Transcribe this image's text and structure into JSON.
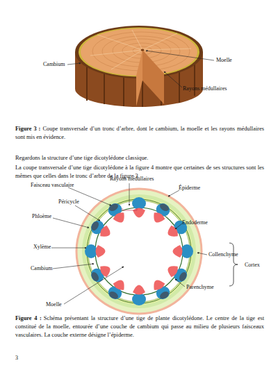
{
  "diagram": {
    "labels": [
      "Cambium",
      "Moelle",
      "Rayons médullaires",
      "Figure 3 :",
      "Coupe transversale d’un tronc d’arbre, dont le cambium, la moelle et les rayons médullaires sont mis en évidence.",
      "Regardons la structure d’une tige dicotylédone classique.",
      "La coupe transversale d’une tige dicotylédone à la figure 4 montre que certaines de ses structures sont les mêmes que celles dans le tronc d’arbre de la figure 3.",
      "Faisceau vasculaire",
      "Rayons médullaires",
      "Épiderme",
      "Péricycle",
      "Phloème",
      "Endoderme",
      "Xylème",
      "Collenchyme",
      "Cortex",
      "Cambium",
      "Parenchyme",
      "Moelle",
      "Figure 4 :",
      "Schéma présentant la structure d’une tige de plante dicotylédone. Le centre de la tige est constitué de la moelle, entourée d’une couche de cambium qui passe au milieu de plusieurs faisceaux vasculaires. La couche externe désigne l’épiderme.",
      "3"
    ]
  }
}
